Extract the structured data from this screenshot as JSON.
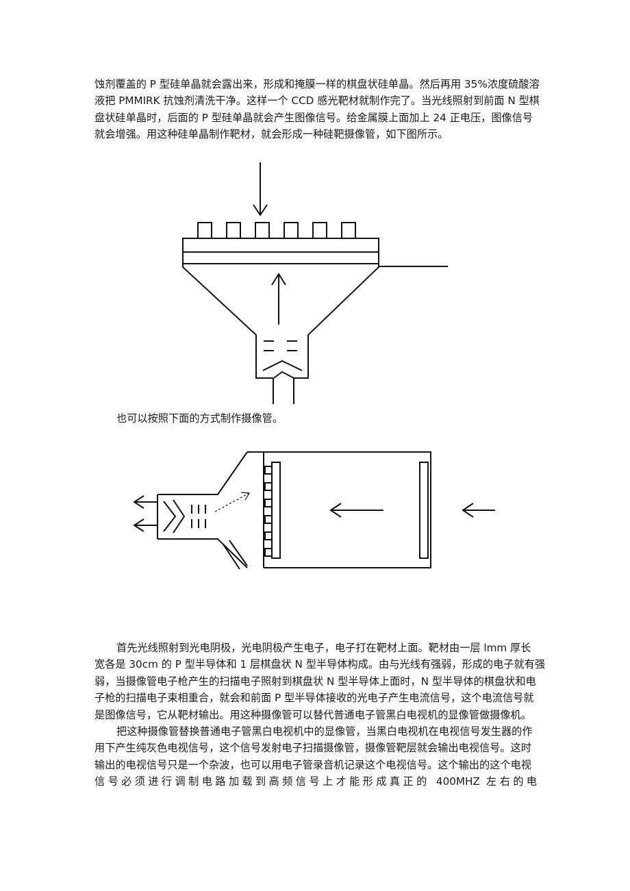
{
  "paragraph_top": [
    "蚀剂覆盖的 P 型硅单晶就会露出来，形成和掩膜一样的棋盘状硅单晶。然后再用 35%浓度硫酸溶",
    "液把 PMMIRK 抗蚀剂清洗干净。这样一个 CCD 感光靶材就制作完了。当光线照射到前面 N 型棋",
    "盘状硅单晶时，后面的 P 型硅单晶就会产生图像信号。给金属膜上面加上 24 正电压，图像信号",
    "就会增强。用这种硅单晶制作靶材，就会形成一种硅靶摄像管，如下图所示。"
  ],
  "caption_middle": "也可以按照下面的方式制作摄像管。",
  "paragraph_bottom_1": [
    "首先光线照射到光电阴极，光电阴极产生电子，电子打在靶材上面。靶材由一层 lmm 厚长",
    "宽各是 30cm 的 P 型半导体和 1 层棋盘状 N 型半导体构成。由与光线有强弱，形成的电子就有强",
    "弱，当摄像管电子枪产生的扫描电子照射到棋盘状 N 型半导体上面时，N 型半导体的棋盘状和电",
    "子枪的扫描电子束相重合，就会和前面 P 型半导体接收的光电子产生电流信号，这个电流信号就",
    "是图像信号，它从靶材输出。用这种摄像管可以替代普通电子管黑白电视机的显像管做摄像机。"
  ],
  "paragraph_bottom_2": [
    "把这种摄像管替换普通电子管黑白电视机中的显像管，当黑白电视机在电视信号发生器的作",
    "用下产生纯灰色电视信号，这个信号发射电子扫描摄像管，摄像管靶层就会输出电视信号。这时",
    "输出的电视信号只是一个杂波，也可以用电子管录音机记录这个电视信号。这个输出的这个电视",
    "信号必须进行调制电路加载到高频信号上才能形成真正的 400MHZ 左右的电"
  ]
}
